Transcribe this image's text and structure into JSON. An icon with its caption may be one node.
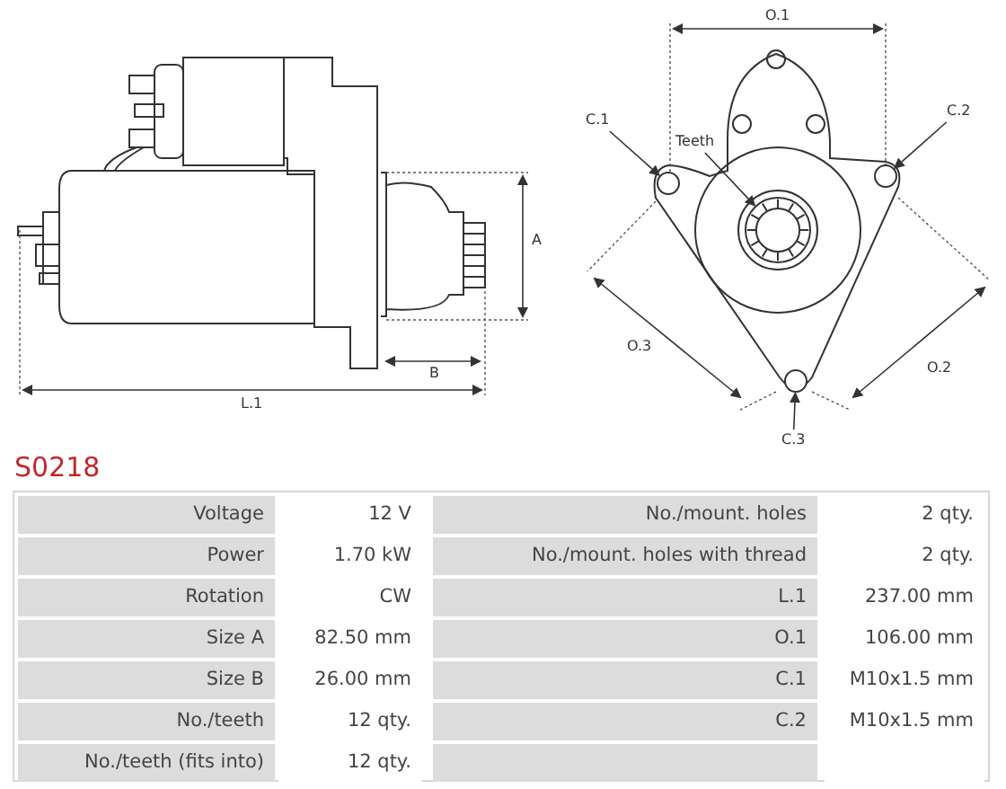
{
  "diagram": {
    "title": "S0218",
    "nodes": [
      {
        "text": [
          "C.1"
        ]
      },
      {
        "text": [
          "Teeth"
        ]
      },
      {
        "text": [
          "C.2"
        ]
      },
      {
        "text": [
          "C.3"
        ]
      },
      {
        "text": [],
        "shape": "circle"
      },
      {
        "text": [],
        "shape": "picture"
      },
      {
        "text": [],
        "shape": "circle"
      },
      {
        "text": [],
        "shape": "circle"
      }
    ],
    "edges": [
      {
        "from": 0,
        "to": 4,
        "arrow": "to"
      },
      {
        "from": 1,
        "to": 5,
        "arrow": "to"
      },
      {
        "from": 2,
        "to": 7,
        "arrow": "to"
      },
      {
        "from": 3,
        "to": 6,
        "arrow": "to"
      }
    ],
    "labels": [
      "O.1",
      "A",
      "B",
      "L.1",
      "O.3",
      "O.2",
      "Voltage",
      "12 V",
      "No./mount. holes",
      "2 qty.",
      "Power",
      "1.70 kW",
      "No./mount. holes with thread",
      "2 qty.",
      "Rotation",
      "CW",
      "L.1",
      "237.00 mm",
      "Size A",
      "82.50 mm",
      "O.1",
      "106.00 mm",
      "Size B",
      "26.00 mm",
      "C.1",
      "M10x1.5 mm",
      "No./teeth",
      "12 qty.",
      "C.2",
      "M10x1.5 mm",
      "No./teeth (fits into)",
      "12 qty."
    ]
  }
}
